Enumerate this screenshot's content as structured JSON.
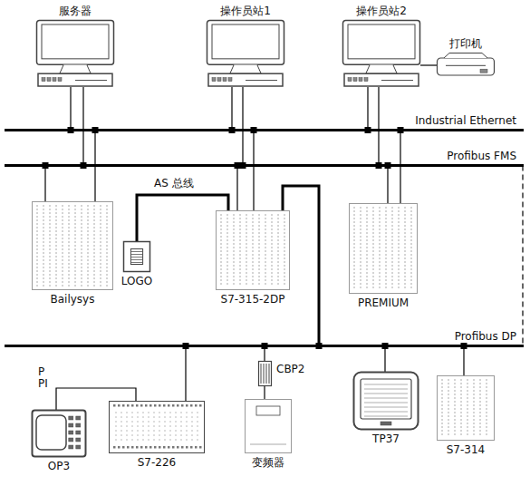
{
  "diagram": {
    "nodes": [
      {
        "text": [
          "服务器"
        ]
      },
      {
        "text": [
          "操作员站1"
        ]
      },
      {
        "text": [
          "操作员站2"
        ]
      },
      {
        "text": [
          "打印机"
        ]
      },
      {
        "text": [
          "Industrial Ethernet"
        ]
      },
      {
        "text": [
          "Profibus FMS"
        ]
      },
      {
        "text": [
          "Bailysys"
        ]
      },
      {
        "text": [
          "LOGO"
        ]
      },
      {
        "text": [
          "S7-315-2DP"
        ]
      },
      {
        "text": [
          "PREMIUM"
        ]
      },
      {
        "text": [
          "Profibus DP"
        ]
      },
      {
        "text": [
          "CBP2"
        ]
      },
      {
        "text": [
          "OP3"
        ]
      },
      {
        "text": [
          "S7-226"
        ]
      },
      {
        "text": [
          "变频器"
        ]
      },
      {
        "text": [
          "TP37"
        ]
      },
      {
        "text": [
          "S7-314"
        ]
      }
    ],
    "edges": [
      {
        "from": 0,
        "to": 4,
        "arrow": "none"
      },
      {
        "from": 0,
        "to": 5,
        "arrow": "none"
      },
      {
        "from": 1,
        "to": 4,
        "arrow": "none"
      },
      {
        "from": 1,
        "to": 5,
        "arrow": "none"
      },
      {
        "from": 2,
        "to": 4,
        "arrow": "none"
      },
      {
        "from": 2,
        "to": 5,
        "arrow": "none"
      },
      {
        "from": 3,
        "to": 2,
        "arrow": "none"
      },
      {
        "from": 6,
        "to": 5,
        "arrow": "none"
      },
      {
        "from": 6,
        "to": 4,
        "arrow": "none"
      },
      {
        "from": 8,
        "to": 5,
        "arrow": "none"
      },
      {
        "from": 8,
        "to": 4,
        "arrow": "none"
      },
      {
        "from": 9,
        "to": 5,
        "arrow": "none"
      },
      {
        "from": 9,
        "to": 4,
        "arrow": "none"
      },
      {
        "from": 7,
        "to": 8,
        "label": "AS 总线",
        "arrow": "none"
      },
      {
        "from": 8,
        "to": 10,
        "arrow": "none"
      },
      {
        "from": 5,
        "to": 10,
        "arrow": "none"
      },
      {
        "from": 11,
        "to": 10,
        "arrow": "none"
      },
      {
        "from": 11,
        "to": 14,
        "arrow": "none"
      },
      {
        "from": 12,
        "to": 13,
        "label": "PPI",
        "arrow": "none"
      },
      {
        "from": 13,
        "to": 10,
        "arrow": "none"
      },
      {
        "from": 15,
        "to": 10,
        "arrow": "none"
      },
      {
        "from": 16,
        "to": 10,
        "arrow": "none"
      }
    ]
  }
}
